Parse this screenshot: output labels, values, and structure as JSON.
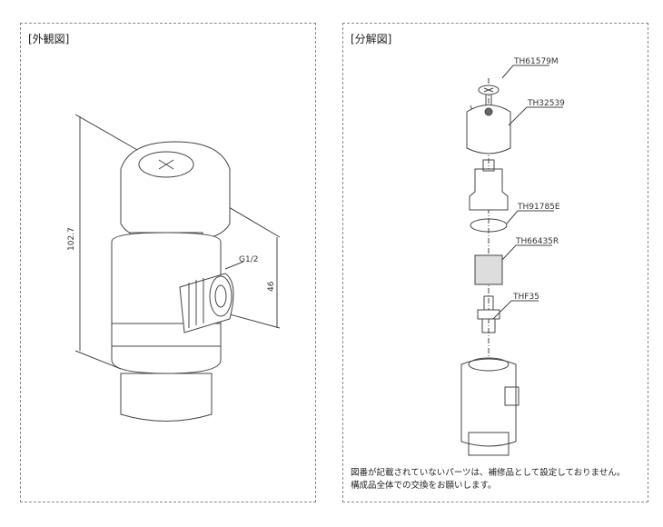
{
  "exterior": {
    "title": "[外観図]",
    "dim_height": "102.7",
    "dim_outlet": "46",
    "thread": "G1/2"
  },
  "exploded": {
    "title": "[分解図]",
    "parts": [
      "TH61579M",
      "TH32539",
      "TH91785E",
      "TH66435R",
      "THF35"
    ],
    "note_line1": "図番が記載されていないパーツは、補修品として設定しておりません。",
    "note_line2": "構成品全体での交換をお願いします。"
  }
}
